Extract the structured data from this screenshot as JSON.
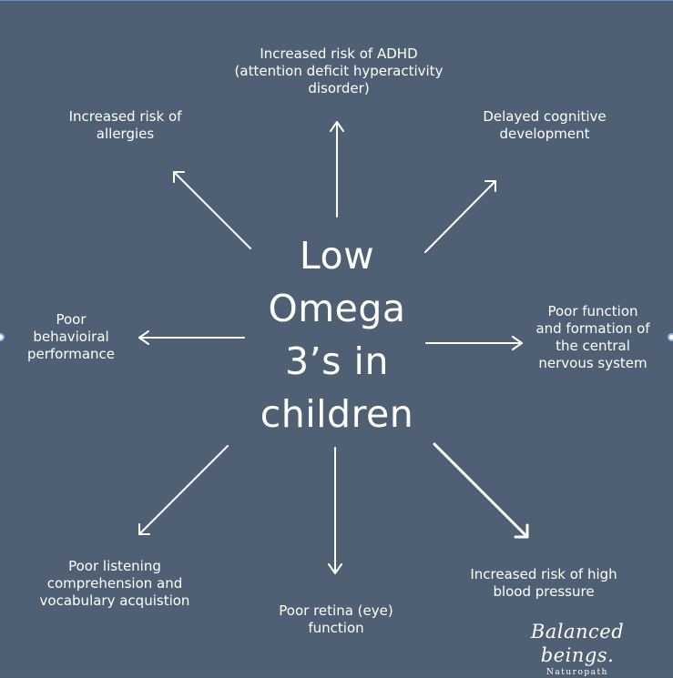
{
  "center_title": [
    "Low",
    "Omega",
    "3’s in",
    "children"
  ],
  "effects": {
    "top": [
      "Increased risk of ADHD",
      "(attention deficit hyperactivity",
      "disorder)"
    ],
    "top_left": [
      "Increased risk of",
      "allergies"
    ],
    "top_right": [
      "Delayed cognitive",
      "development"
    ],
    "left": [
      "Poor",
      "behavioiral",
      "performance"
    ],
    "right": [
      "Poor function",
      "and formation of",
      "the central",
      "nervous system"
    ],
    "bottom_left": [
      "Poor listening",
      "comprehension and",
      "vocabulary acquistion"
    ],
    "bottom": [
      "Poor retina (eye)",
      "function"
    ],
    "bottom_right": [
      "Increased risk of high",
      "blood pressure"
    ]
  },
  "brand": {
    "name": "Balanced beings.",
    "subtitle": "Naturopath"
  },
  "colors": {
    "background": "#4f6074",
    "text": "#ffffff"
  }
}
